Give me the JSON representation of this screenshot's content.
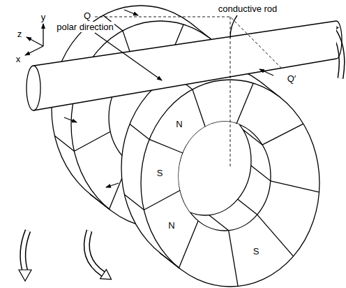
{
  "diagram": {
    "labels": [
      "polar direction",
      "conductive rod",
      "Q",
      "Q′",
      "y",
      "z",
      "x",
      "N",
      "S",
      "N",
      "S"
    ]
  }
}
